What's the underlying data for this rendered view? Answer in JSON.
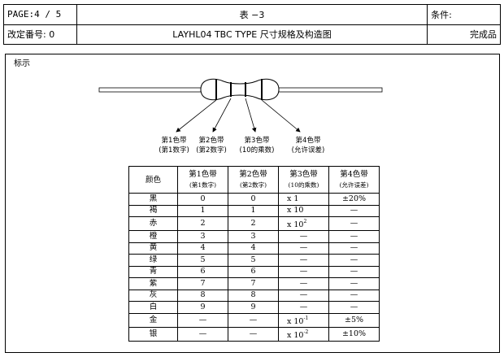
{
  "header": {
    "page": "PAGE:4 / 5",
    "table_title": "表 −3",
    "condition_label": "条件:",
    "revision": "改定番号: 0",
    "doc_title": "LAYHL04 TBC TYPE 尺寸规格及构造图",
    "condition_value": "完成品"
  },
  "section": {
    "label": "标示"
  },
  "callouts": [
    {
      "line1": "第1色带",
      "line2": "(第1数字)"
    },
    {
      "line1": "第2色带",
      "line2": "(第2数字)"
    },
    {
      "line1": "第3色带",
      "line2": "(10的乘数)"
    },
    {
      "line1": "第4色带",
      "line2": "(允许误差)"
    }
  ],
  "table": {
    "headers": [
      {
        "main": "颜色",
        "sub": ""
      },
      {
        "main": "第1色带",
        "sub": "(第1数字)"
      },
      {
        "main": "第2色带",
        "sub": "(第2数字)"
      },
      {
        "main": "第3色带",
        "sub": "(10的乘数)"
      },
      {
        "main": "第4色带",
        "sub": "(允许误差)"
      }
    ],
    "rows": [
      {
        "color": "黑",
        "b1": "0",
        "b2": "0",
        "b3": "x 1",
        "b3_exp": "",
        "b4": "±20%"
      },
      {
        "color": "褐",
        "b1": "1",
        "b2": "1",
        "b3": "x 10",
        "b3_exp": "",
        "b4": "—"
      },
      {
        "color": "赤",
        "b1": "2",
        "b2": "2",
        "b3": "x 10",
        "b3_exp": "2",
        "b4": "—"
      },
      {
        "color": "橙",
        "b1": "3",
        "b2": "3",
        "b3": "—",
        "b3_exp": "",
        "b4": "—"
      },
      {
        "color": "黄",
        "b1": "4",
        "b2": "4",
        "b3": "—",
        "b3_exp": "",
        "b4": "—"
      },
      {
        "color": "绿",
        "b1": "5",
        "b2": "5",
        "b3": "—",
        "b3_exp": "",
        "b4": "—"
      },
      {
        "color": "青",
        "b1": "6",
        "b2": "6",
        "b3": "—",
        "b3_exp": "",
        "b4": "—"
      },
      {
        "color": "紫",
        "b1": "7",
        "b2": "7",
        "b3": "—",
        "b3_exp": "",
        "b4": "—"
      },
      {
        "color": "灰",
        "b1": "8",
        "b2": "8",
        "b3": "—",
        "b3_exp": "",
        "b4": "—"
      },
      {
        "color": "白",
        "b1": "9",
        "b2": "9",
        "b3": "—",
        "b3_exp": "",
        "b4": "—"
      },
      {
        "color": "金",
        "b1": "—",
        "b2": "—",
        "b3": "x 10",
        "b3_exp": "-1",
        "b4": "±5%"
      },
      {
        "color": "银",
        "b1": "—",
        "b2": "—",
        "b3": "x 10",
        "b3_exp": "-2",
        "b4": "±10%"
      }
    ]
  }
}
